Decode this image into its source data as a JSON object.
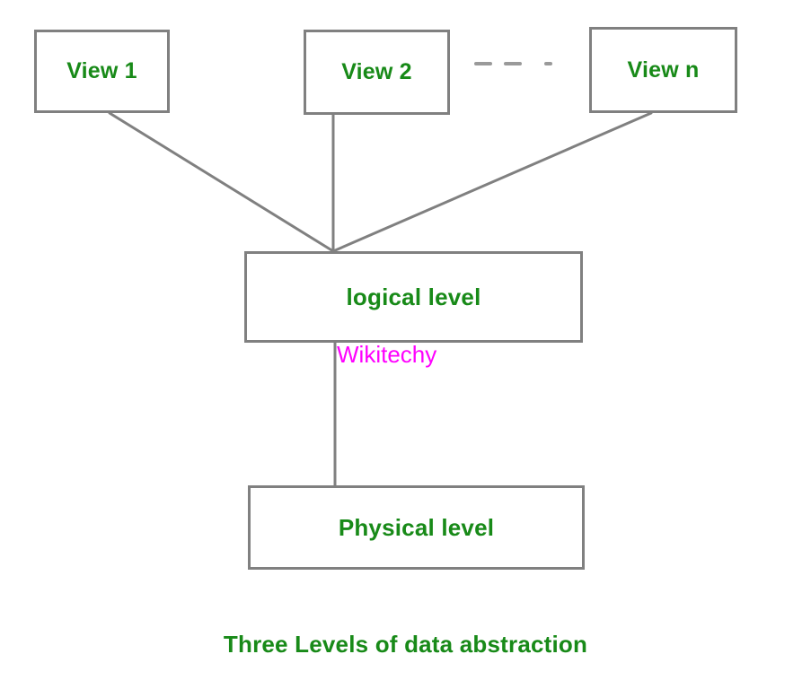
{
  "diagram": {
    "title": "Three Levels of data abstraction",
    "colors": {
      "node_text": "#188a18",
      "node_border": "#808080",
      "connector": "#808080",
      "watermark": "#ff00ff",
      "background": "#ffffff"
    },
    "nodes": [
      {
        "id": "view1",
        "label": "View 1"
      },
      {
        "id": "view2",
        "label": "View 2"
      },
      {
        "id": "viewn",
        "label": "View n"
      },
      {
        "id": "logical",
        "label": "logical level"
      },
      {
        "id": "physical",
        "label": "Physical level"
      }
    ],
    "ellipsis": {
      "label": "- - ·",
      "dash_count": 3
    },
    "connectors": [
      {
        "from": "view1",
        "to": "logical"
      },
      {
        "from": "view2",
        "to": "logical"
      },
      {
        "from": "viewn",
        "to": "logical"
      },
      {
        "from": "logical",
        "to": "physical"
      }
    ],
    "watermark": "Wikitechy"
  }
}
